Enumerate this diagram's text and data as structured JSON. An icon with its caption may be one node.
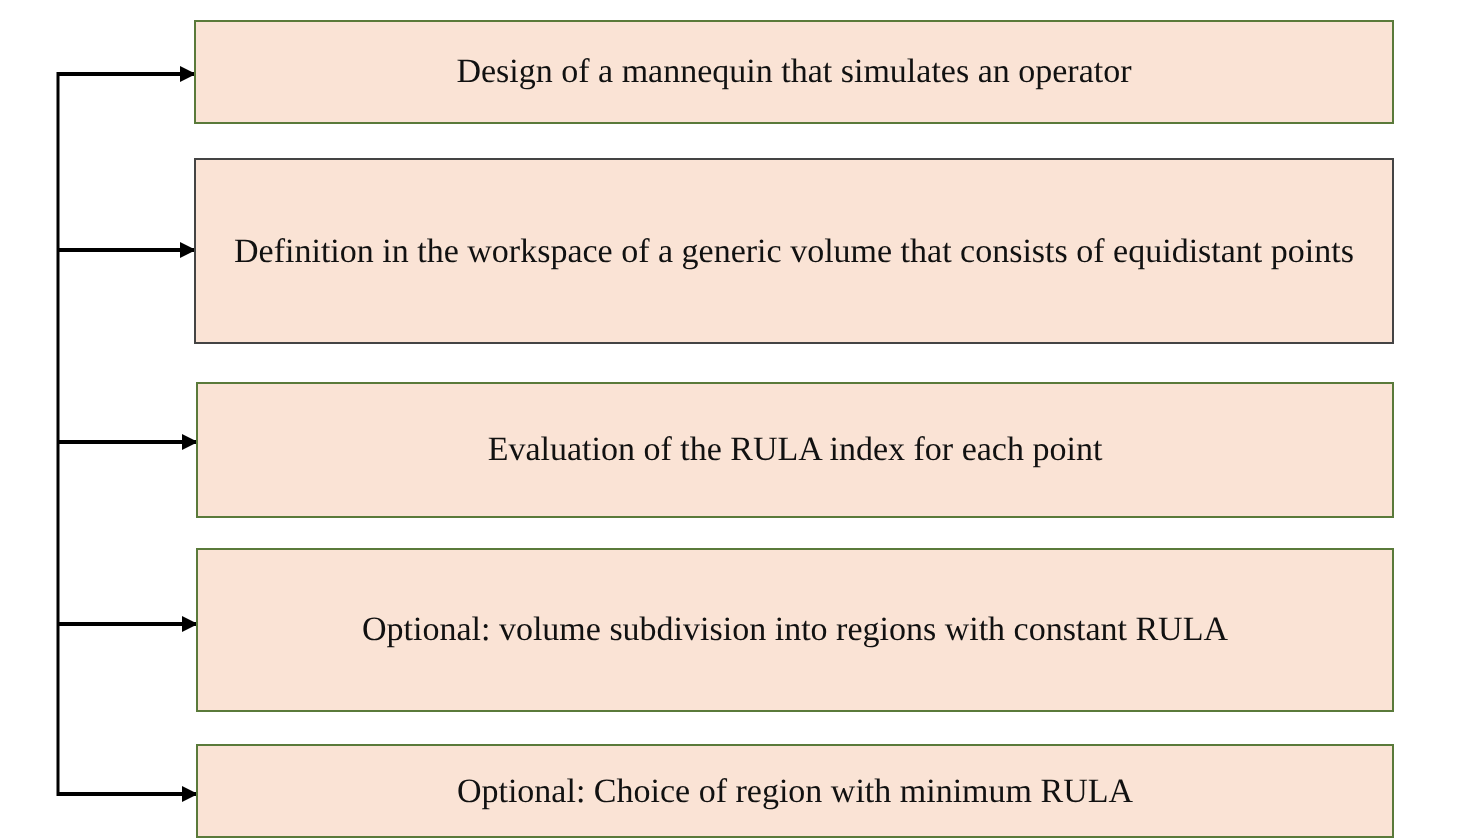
{
  "diagram": {
    "nodes": [
      {
        "text": [
          "Design of a mannequin that simulates an operator"
        ]
      },
      {
        "text": [
          "Definition in the workspace of a generic volume that consists of equidistant points"
        ]
      },
      {
        "text": [
          "Evaluation of the RULA index for each point"
        ]
      },
      {
        "text": [
          "Optional: volume subdivision into regions with constant RULA"
        ]
      },
      {
        "text": [
          "Optional: Choice of region with minimum RULA"
        ]
      }
    ],
    "edges": [
      {
        "from": null,
        "to": 0,
        "arrow": "to"
      },
      {
        "from": null,
        "to": 1,
        "arrow": "to"
      },
      {
        "from": null,
        "to": 2,
        "arrow": "to"
      },
      {
        "from": null,
        "to": 3,
        "arrow": "to"
      },
      {
        "from": null,
        "to": 4,
        "arrow": "to"
      }
    ]
  }
}
